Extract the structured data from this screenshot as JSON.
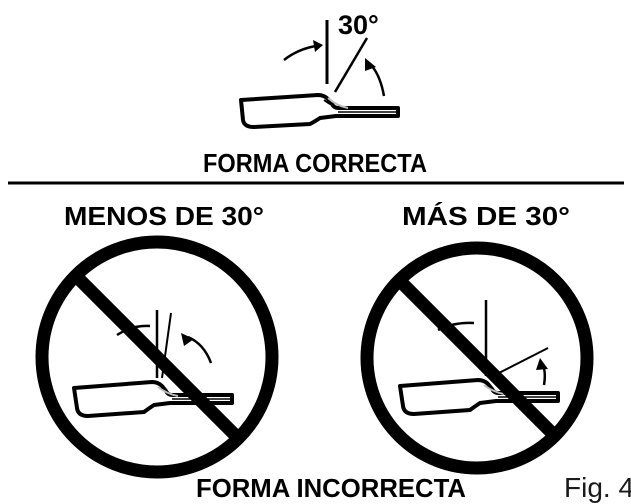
{
  "correct": {
    "angle_label": "30°",
    "caption": "FORMA CORRECTA",
    "icon": "angle-tool-icon"
  },
  "incorrect": {
    "caption": "FORMA INCORRECTA",
    "less": {
      "label": "MENOS DE 30°",
      "icon": "prohibited-sign-icon"
    },
    "more": {
      "label": "MÁS DE 30°",
      "icon": "prohibited-sign-icon"
    }
  },
  "figure_label": "Fig. 4",
  "colors": {
    "ink": "#000000",
    "background": "#ffffff",
    "blade_highlight": "#bdbdbd"
  }
}
